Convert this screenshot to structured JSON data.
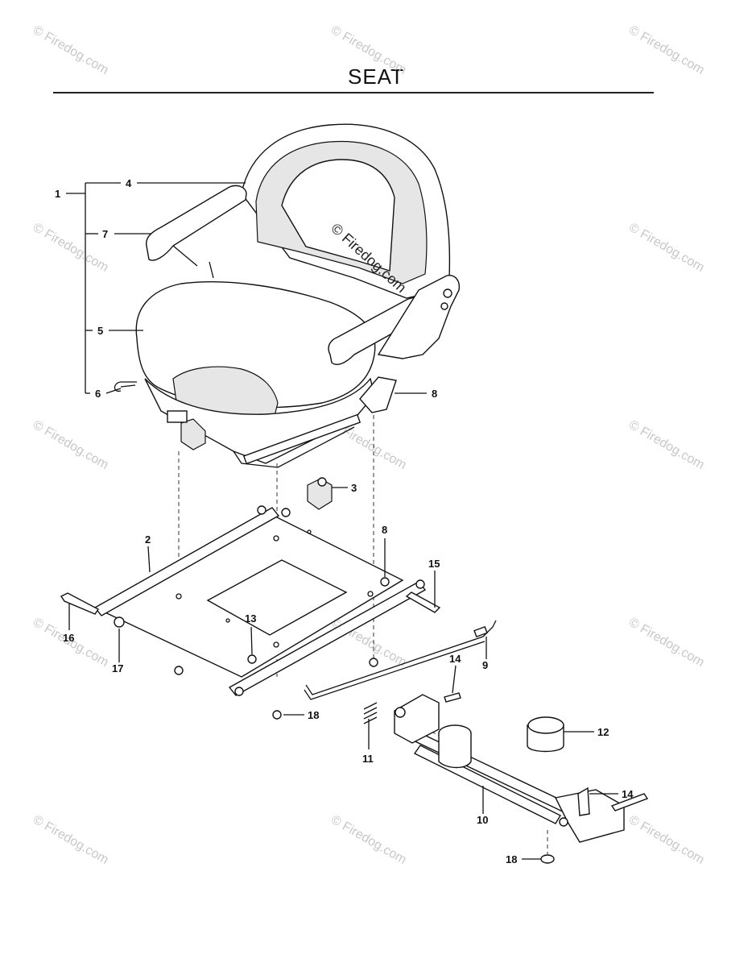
{
  "title": "SEAT",
  "watermark": "© Firedog.com",
  "callouts": [
    {
      "id": "c1",
      "label": "1"
    },
    {
      "id": "c2",
      "label": "2"
    },
    {
      "id": "c3",
      "label": "3"
    },
    {
      "id": "c4",
      "label": "4"
    },
    {
      "id": "c5",
      "label": "5"
    },
    {
      "id": "c6",
      "label": "6"
    },
    {
      "id": "c7",
      "label": "7"
    },
    {
      "id": "c8a",
      "label": "8"
    },
    {
      "id": "c8b",
      "label": "8"
    },
    {
      "id": "c9",
      "label": "9"
    },
    {
      "id": "c10",
      "label": "10"
    },
    {
      "id": "c11",
      "label": "11"
    },
    {
      "id": "c12",
      "label": "12"
    },
    {
      "id": "c13",
      "label": "13"
    },
    {
      "id": "c14a",
      "label": "14"
    },
    {
      "id": "c14b",
      "label": "14"
    },
    {
      "id": "c15",
      "label": "15"
    },
    {
      "id": "c16",
      "label": "16"
    },
    {
      "id": "c17",
      "label": "17"
    },
    {
      "id": "c18a",
      "label": "18"
    },
    {
      "id": "c18b",
      "label": "18"
    }
  ]
}
